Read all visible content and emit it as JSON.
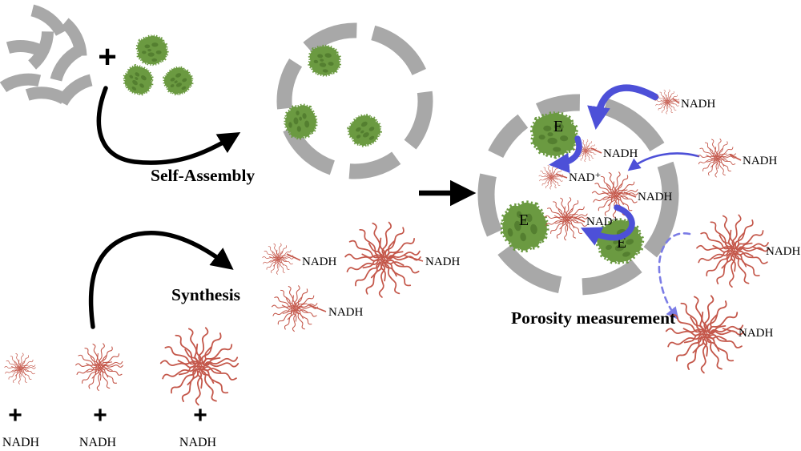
{
  "figure": {
    "self_assembly": {
      "plus_sign": "+",
      "arrow_label": "Self-Assembly"
    },
    "synthesis": {
      "arrow_label": "Synthesis",
      "reactants": [
        {
          "size": "small",
          "plus_sign": "+",
          "substrate_label": "NADH"
        },
        {
          "size": "medium",
          "plus_sign": "+",
          "substrate_label": "NADH"
        },
        {
          "size": "large",
          "plus_sign": "+",
          "substrate_label": "NADH"
        }
      ],
      "products": [
        {
          "size": "small",
          "tag_label": "NADH"
        },
        {
          "size": "medium",
          "tag_label": "NADH"
        },
        {
          "size": "large",
          "tag_label": "NADH"
        }
      ]
    },
    "porosity": {
      "caption": "Porosity measurement",
      "enzyme_labels": [
        "E",
        "E",
        "E"
      ],
      "interior_species": [
        {
          "position": "top",
          "tag_label": "NADH"
        },
        {
          "position": "upper-left",
          "tag_label": "NAD⁺"
        },
        {
          "position": "center-right",
          "tag_label": "NADH"
        },
        {
          "position": "lower-center",
          "tag_label": "NAD⁺"
        }
      ],
      "exterior_species": [
        {
          "position": "top-right",
          "tag_label": "NADH"
        },
        {
          "position": "right",
          "tag_label": "NADH"
        },
        {
          "position": "bottom-right-upper",
          "tag_label": "NADH"
        },
        {
          "position": "bottom-right-lower",
          "tag_label": "NADH"
        }
      ]
    }
  },
  "colors": {
    "background": "#ffffff",
    "segment_gray": "#a8a8a8",
    "enzyme_green": "#6b9a41",
    "enzyme_green_dark": "#4c752a",
    "polymer_red": "#c4574a",
    "polymer_red_dark": "#a93226",
    "arrow_blue": "#4d50d8",
    "arrow_blue_light": "#7b7ce6",
    "arrow_black": "#000000"
  }
}
